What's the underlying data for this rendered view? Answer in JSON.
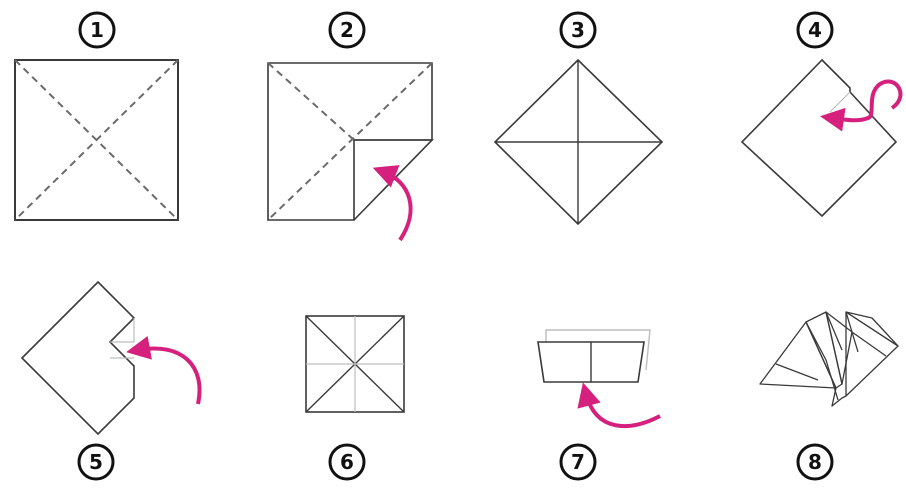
{
  "steps": [
    {
      "number": "1",
      "shape": "square-with-dashed-diagonals"
    },
    {
      "number": "2",
      "shape": "square-corner-folded-to-center"
    },
    {
      "number": "3",
      "shape": "diamond-with-creases"
    },
    {
      "number": "4",
      "shape": "diamond-fold-in-corner"
    },
    {
      "number": "5",
      "shape": "diamond-fold-in-next-corner"
    },
    {
      "number": "6",
      "shape": "small-square-with-creases"
    },
    {
      "number": "7",
      "shape": "folded-flat-fold-up"
    },
    {
      "number": "8",
      "shape": "finished-fortune-teller"
    }
  ],
  "colors": {
    "line": "#3a3a3a",
    "dashed": "#6a6a6a",
    "faint": "#bdbdbd",
    "arrow": "#d6207e",
    "number_fill": "#ffffff",
    "number_stroke": "#111111"
  },
  "icons": [
    "fold-arrow-icon",
    "loop-arrow-icon"
  ]
}
